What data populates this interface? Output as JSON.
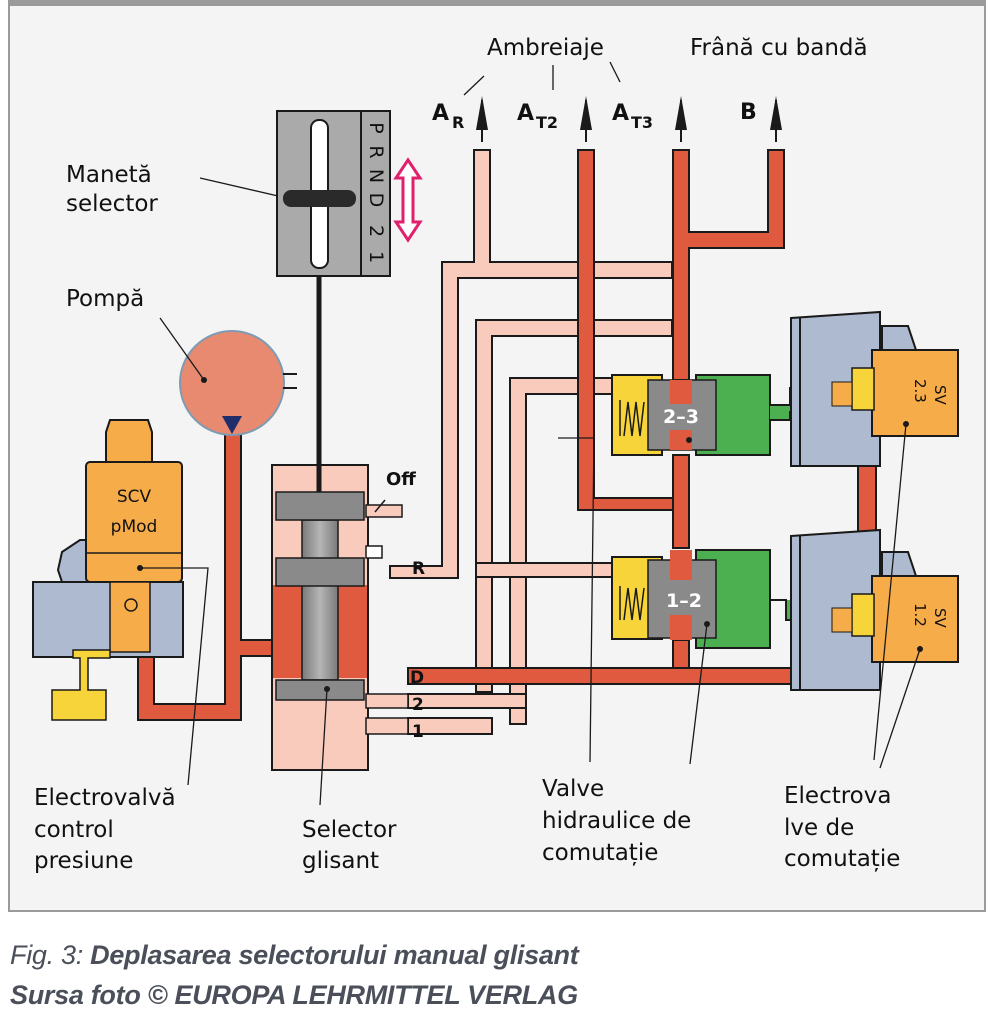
{
  "labels": {
    "ambreiaje": "Ambreiaje",
    "frana": "Frână cu bandă",
    "ar_main": "A",
    "ar_sub": "R",
    "at2_main": "A",
    "at2_sub": "T2",
    "at3_main": "A",
    "at3_sub": "T3",
    "b": "B",
    "maneta_1": "Manetă",
    "maneta_2": "selector",
    "gear_letters": [
      "P",
      "R",
      "N",
      "D",
      "2",
      "1"
    ],
    "pompa": "Pompă",
    "scv_1": "SCV",
    "scv_2": "pMod",
    "port_off": "Off",
    "port_r": "R",
    "port_d": "D",
    "port_2": "2",
    "port_1": "1",
    "valve_23": "2–3",
    "valve_12": "1–2",
    "sv23_1": "SV",
    "sv23_2": "2.3",
    "sv12_1": "SV",
    "sv12_2": "1.2",
    "electrovalva_1": "Electrovalvă",
    "electrovalva_2": "control",
    "electrovalva_3": "presiune",
    "selector_1": "Selector",
    "selector_2": "glisant",
    "valve_h_1": "Valve",
    "valve_h_2": "hidraulice de",
    "valve_h_3": "comutație",
    "electrova_1": "Electrova",
    "electrova_2": "lve de",
    "electrova_3": "comutație"
  },
  "caption": {
    "fig_prefix": "Fig. 3: ",
    "fig_title": "Deplasarea selectorului manual glisant",
    "source_prefix": "Sursa foto © ",
    "source_name": "EUROPA LEHRMITTEL VERLAG"
  },
  "colors": {
    "pressure_high": "#e05a40",
    "pressure_low": "#f8cbbd",
    "pump": "#e88a70",
    "solenoid": "#f7ac4a",
    "spring_chamber": "#f7d53a",
    "pilot_oil": "#4caf50",
    "housing": "#aebad0",
    "spool": "#8f8f8f",
    "shift_arrow": "#e0206a"
  }
}
